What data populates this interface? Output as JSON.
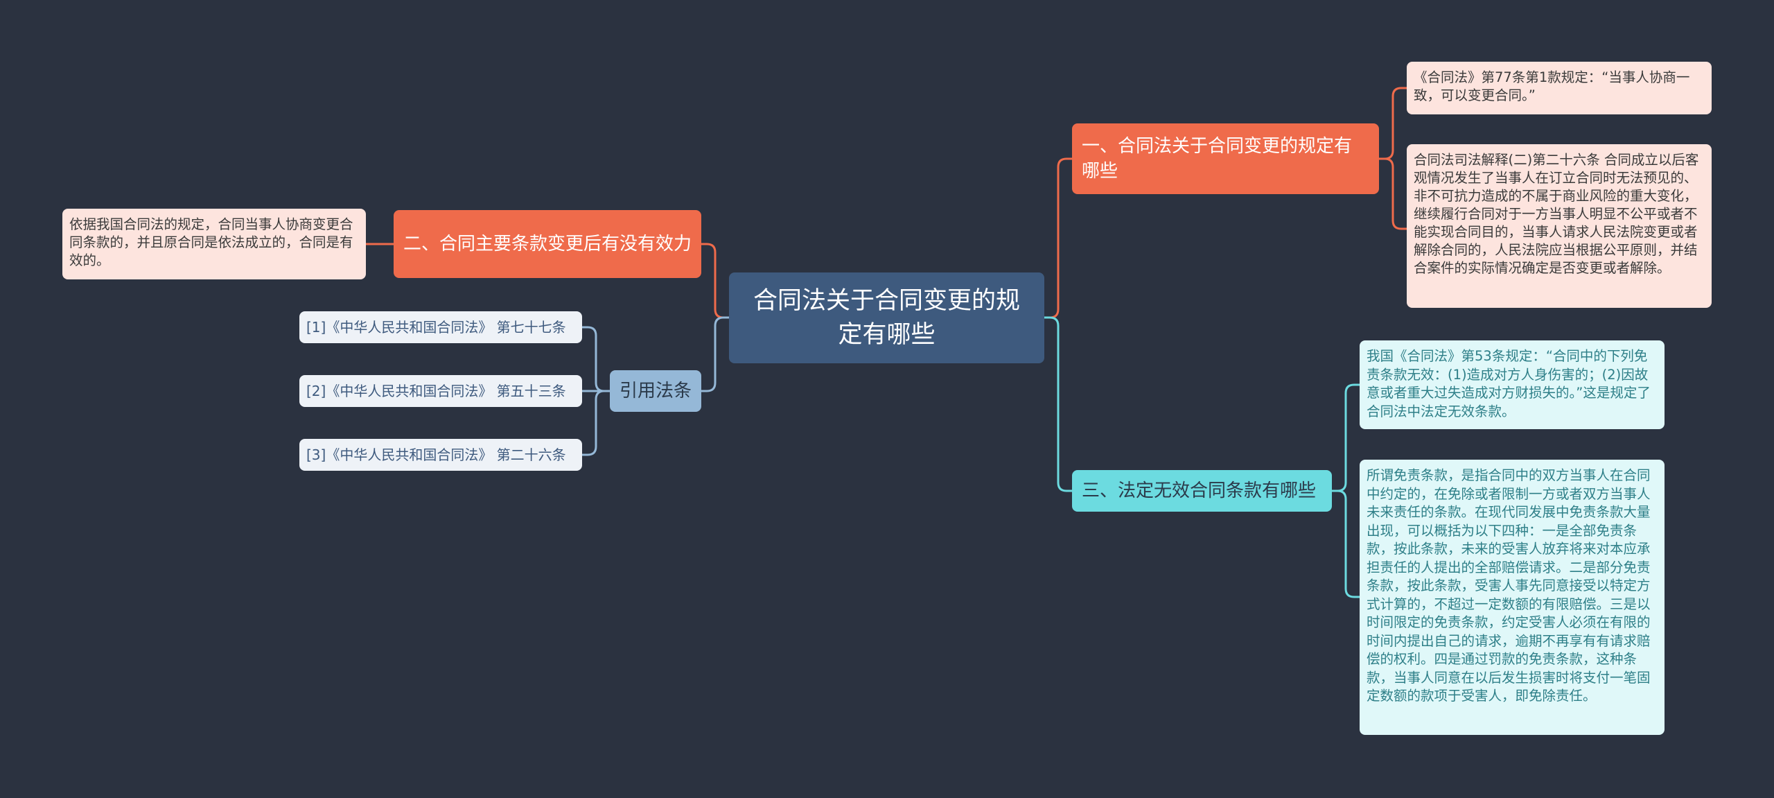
{
  "center": {
    "title": "合同法关于合同变更的规定有哪些"
  },
  "branches": {
    "b1": {
      "label": "一、合同法关于合同变更的规定有哪些",
      "leaves": [
        "《合同法》第77条第1款规定：“当事人协商一致，可以变更合同。”",
        "合同法司法解释(二)第二十六条 合同成立以后客观情况发生了当事人在订立合同时无法预见的、非不可抗力造成的不属于商业风险的重大变化，继续履行合同对于一方当事人明显不公平或者不能实现合同目的，当事人请求人民法院变更或者解除合同的，人民法院应当根据公平原则，并结合案件的实际情况确定是否变更或者解除。"
      ]
    },
    "b2": {
      "label": "二、合同主要条款变更后有没有效力",
      "leaves": [
        "依据我国合同法的规定，合同当事人协商变更合同条款的，并且原合同是依法成立的，合同是有效的。"
      ]
    },
    "b3": {
      "label": "三、法定无效合同条款有哪些",
      "leaves": [
        "我国《合同法》第53条规定：“合同中的下列免责条款无效：(1)造成对方人身伤害的；(2)因故意或者重大过失造成对方财损失的。”这是规定了合同法中法定无效条款。",
        "所谓免责条款，是指合同中的双方当事人在合同中约定的，在免除或者限制一方或者双方当事人未来责任的条款。在现代同发展中免责条款大量出现，可以概括为以下四种：一是全部免责条款，按此条款，未来的受害人放弃将来对本应承担责任的人提出的全部赔偿请求。二是部分免责条款，按此条款，受害人事先同意接受以特定方式计算的，不超过一定数额的有限赔偿。三是以时间限定的免责条款，约定受害人必须在有限的时间内提出自己的请求，逾期不再享有有请求赔偿的权利。四是通过罚款的免责条款，这种条款，当事人同意在以后发生损害时将支付一笔固定数额的款项于受害人，即免除责任。"
      ]
    },
    "refs": {
      "label": "引用法条",
      "leaves": [
        "[1]《中华人民共和国合同法》 第七十七条",
        "[2]《中华人民共和国合同法》 第五十三条",
        "[3]《中华人民共和国合同法》 第二十六条"
      ]
    }
  },
  "colors": {
    "background": "#2b3240",
    "center": "#3e5a7e",
    "orange": "#ef6b4b",
    "cyan": "#6cdbe0",
    "blue": "#95b8d7",
    "pink_leaf": "#fde4de",
    "cyan_leaf": "#e0f8f9",
    "ref_leaf": "#eef2f7"
  }
}
